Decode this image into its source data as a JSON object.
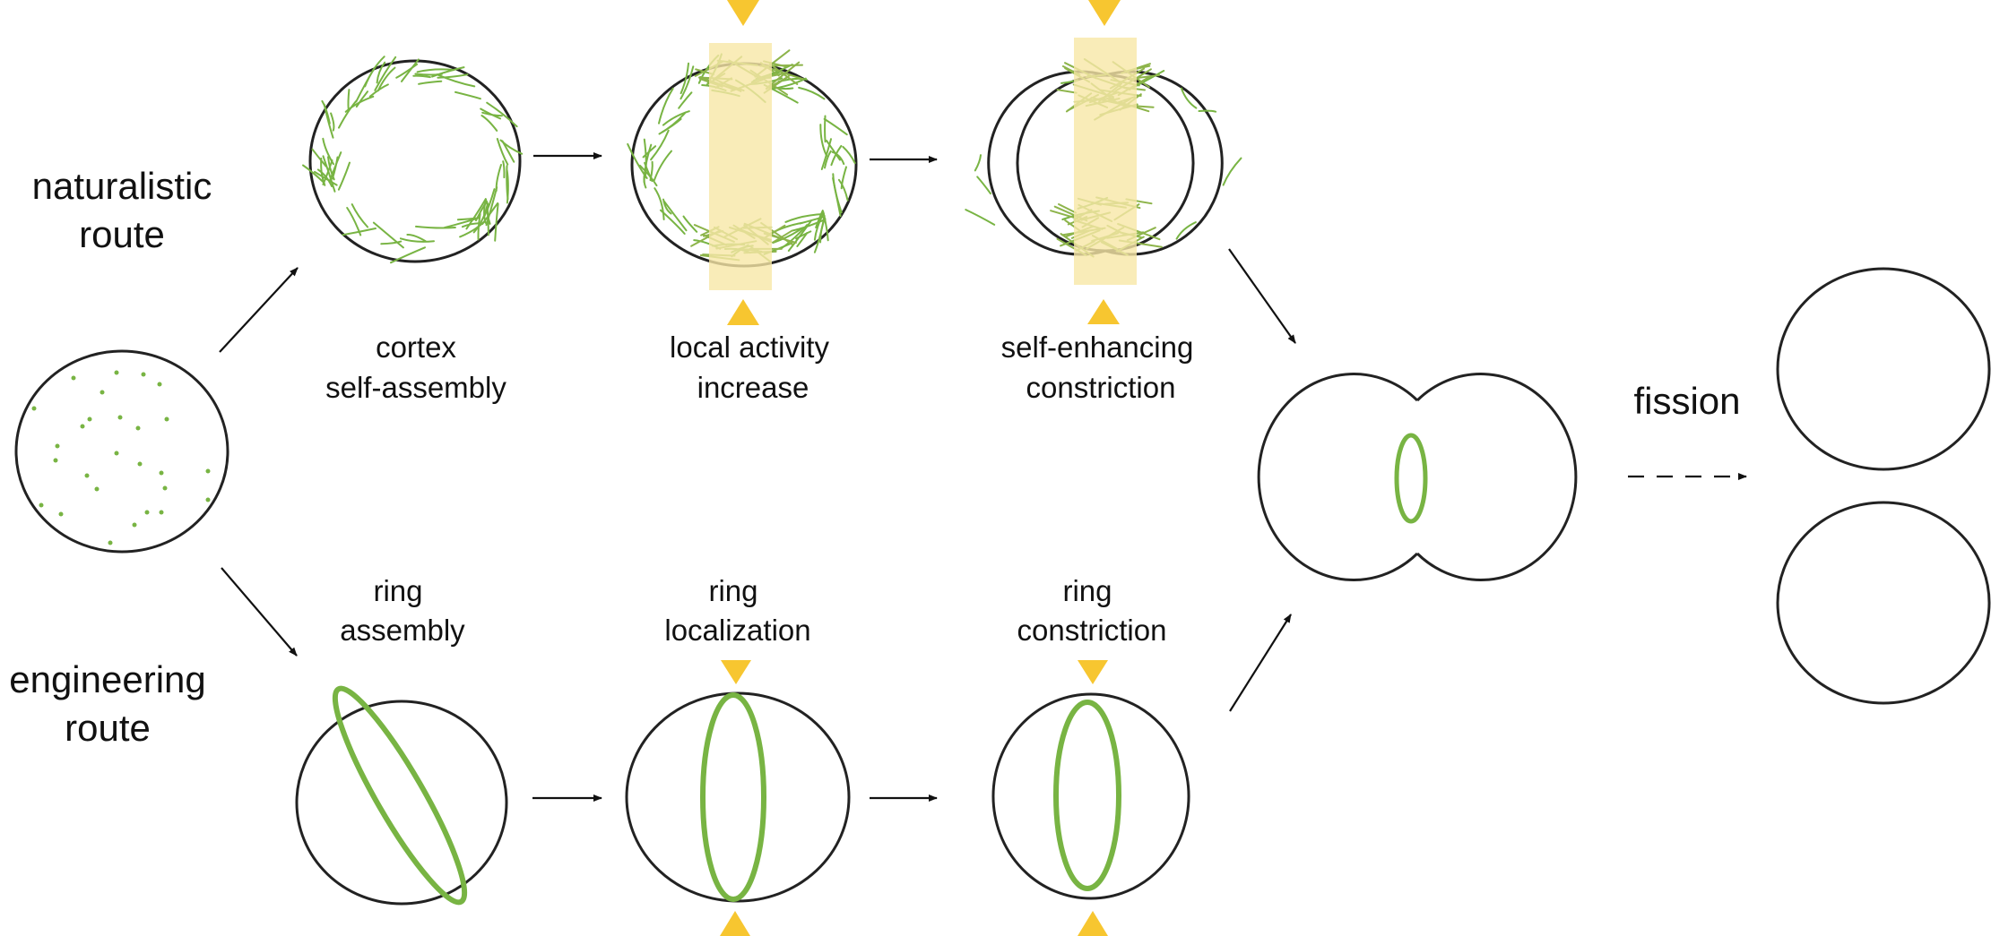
{
  "routes": {
    "naturalistic": [
      "naturalistic",
      "route"
    ],
    "engineering": [
      "engineering",
      "route"
    ]
  },
  "steps": {
    "cortex": [
      "cortex",
      "self-assembly"
    ],
    "local_activity": [
      "local activity",
      "increase"
    ],
    "self_enhancing": [
      "self-enhancing",
      "constriction"
    ],
    "ring_assembly": [
      "ring",
      "assembly"
    ],
    "ring_localization": [
      "ring",
      "localization"
    ],
    "ring_constriction": [
      "ring",
      "constriction"
    ]
  },
  "fission_label": "fission",
  "colors": {
    "outline": "#222222",
    "actin": "#78b443",
    "highlight": "#f7e7a6",
    "arrowhead_marker": "#f7c630",
    "arrow": "#111111"
  }
}
